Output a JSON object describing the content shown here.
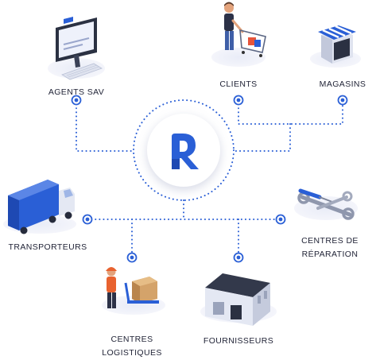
{
  "hub": {
    "logo_icon": "stylized-R-logo-icon",
    "accent": "#2a5fd6"
  },
  "connector_color": "#2a5fd6",
  "nodes": {
    "agents_sav": {
      "label": "AGENTS SAV",
      "icon": "monitor-dashboard-icon"
    },
    "clients": {
      "label": "CLIENTS",
      "icon": "shopper-cart-icon"
    },
    "magasins": {
      "label": "MAGASINS",
      "icon": "storefront-icon"
    },
    "transporteurs": {
      "label": "TRANSPORTEURS",
      "icon": "delivery-truck-icon"
    },
    "centres_reparation": {
      "line1": "CENTRES DE",
      "line2": "RÉPARATION",
      "icon": "wrench-tools-icon"
    },
    "centres_logistiques": {
      "line1": "CENTRES",
      "line2": "LOGISTIQUES",
      "icon": "warehouse-worker-icon"
    },
    "fournisseurs": {
      "label": "FOURNISSEURS",
      "icon": "factory-building-icon"
    }
  }
}
